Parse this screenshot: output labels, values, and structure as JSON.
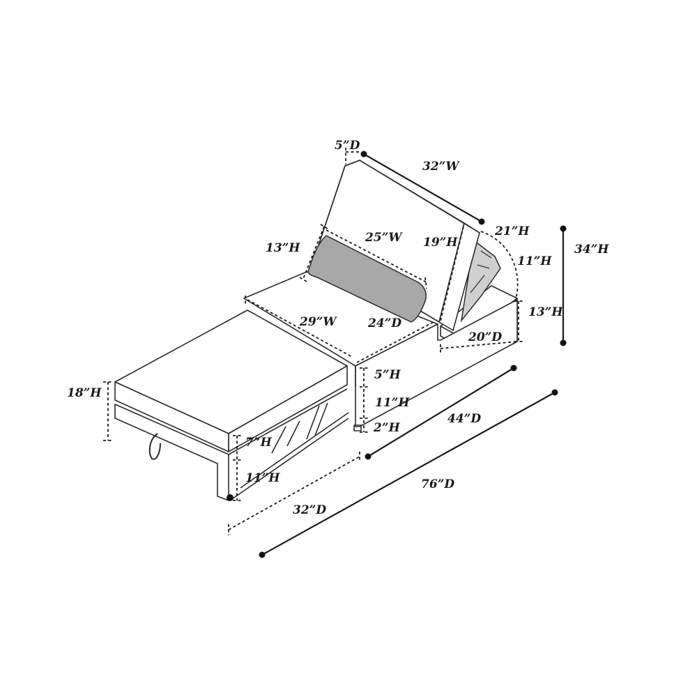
{
  "dimensions": {
    "back_depth": "5”D",
    "back_width": "32”W",
    "back_height": "21”H",
    "pillow_height": "13”H",
    "pillow_width": "25”W",
    "backrest_height": "19”H",
    "armrest_height": "11”H",
    "total_height": "34”H",
    "seat_width": "29”W",
    "seat_depth": "24”D",
    "base_height": "13”H",
    "base_depth": "20”D",
    "ottoman_height": "18”H",
    "cushion_thickness": "5”H",
    "frame_height": "11”H",
    "leg_height": "2”H",
    "chair_depth": "44”D",
    "drawer_gap": "7”H",
    "drawer_height": "11”H",
    "extension_depth": "32”D",
    "total_depth": "76”D"
  },
  "colors": {
    "line": "#2a2a2a",
    "pillow": "#a8a8a8",
    "background": "#ffffff"
  }
}
